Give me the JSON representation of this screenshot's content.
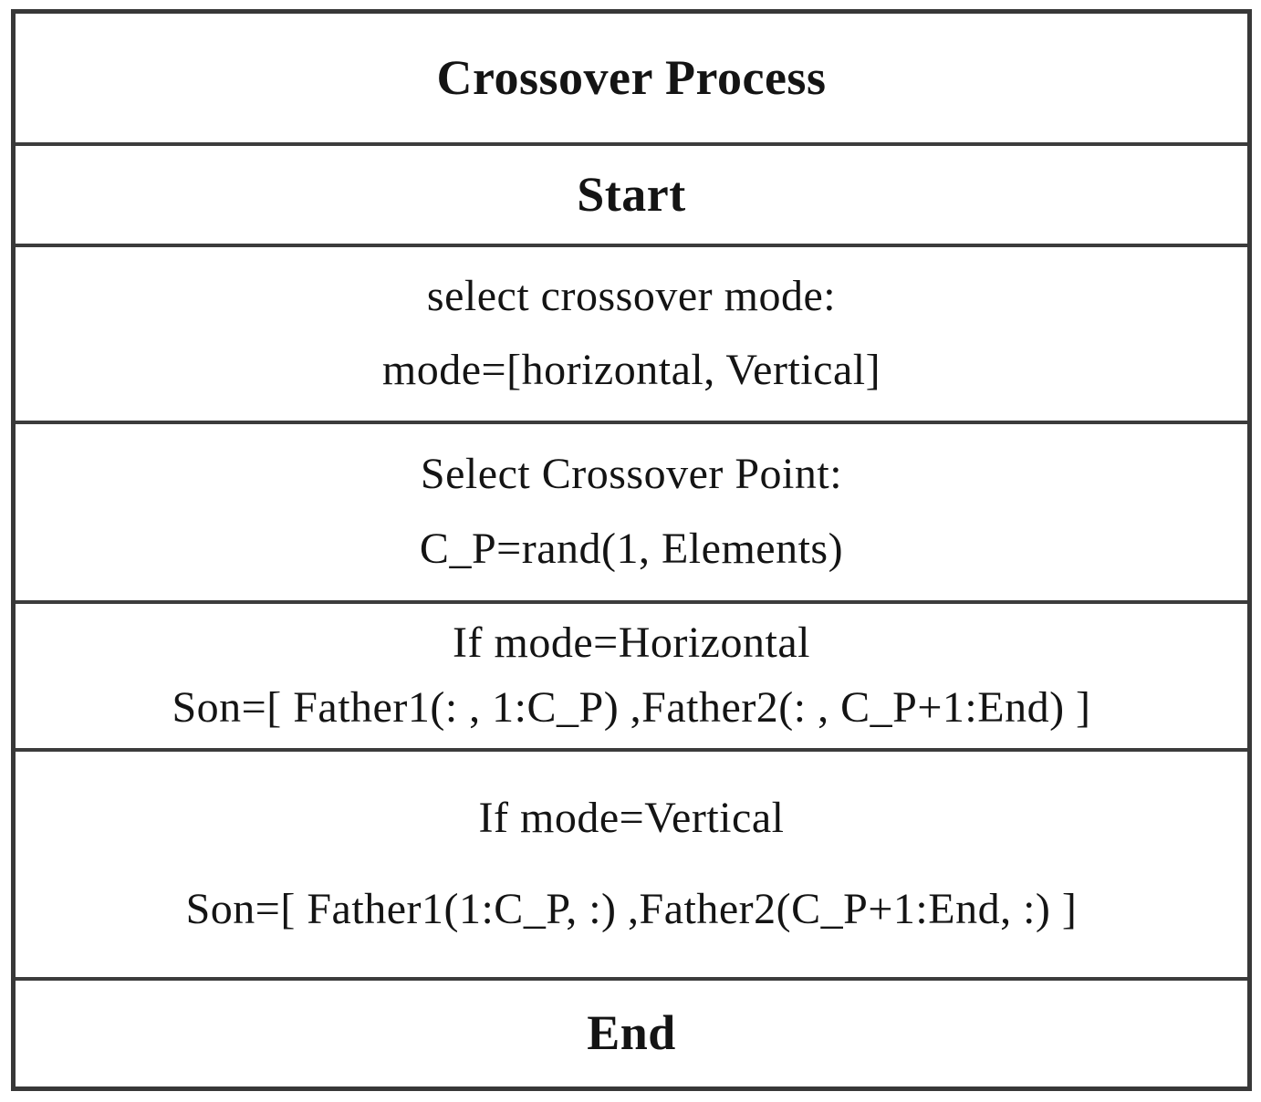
{
  "figure": {
    "title": "Crossover Process",
    "steps": [
      {
        "id": "start",
        "lines": [
          "Start"
        ]
      },
      {
        "id": "select-mode",
        "lines": [
          "select crossover mode:",
          "mode=[horizontal, Vertical]"
        ]
      },
      {
        "id": "select-point",
        "lines": [
          "Select Crossover Point:",
          "C_P=rand(1, Elements)"
        ]
      },
      {
        "id": "horizontal-branch",
        "lines": [
          "If mode=Horizontal",
          "Son=[ Father1(: , 1:C_P) ,Father2(: , C_P+1:End) ]"
        ]
      },
      {
        "id": "vertical-branch",
        "lines": [
          "If mode=Vertical",
          "Son=[ Father1(1:C_P, :) ,Father2(C_P+1:End, :) ]"
        ]
      },
      {
        "id": "end",
        "lines": [
          "End"
        ]
      }
    ],
    "colors": {
      "border": "#383838",
      "text": "#141414",
      "background": "#ffffff"
    }
  }
}
